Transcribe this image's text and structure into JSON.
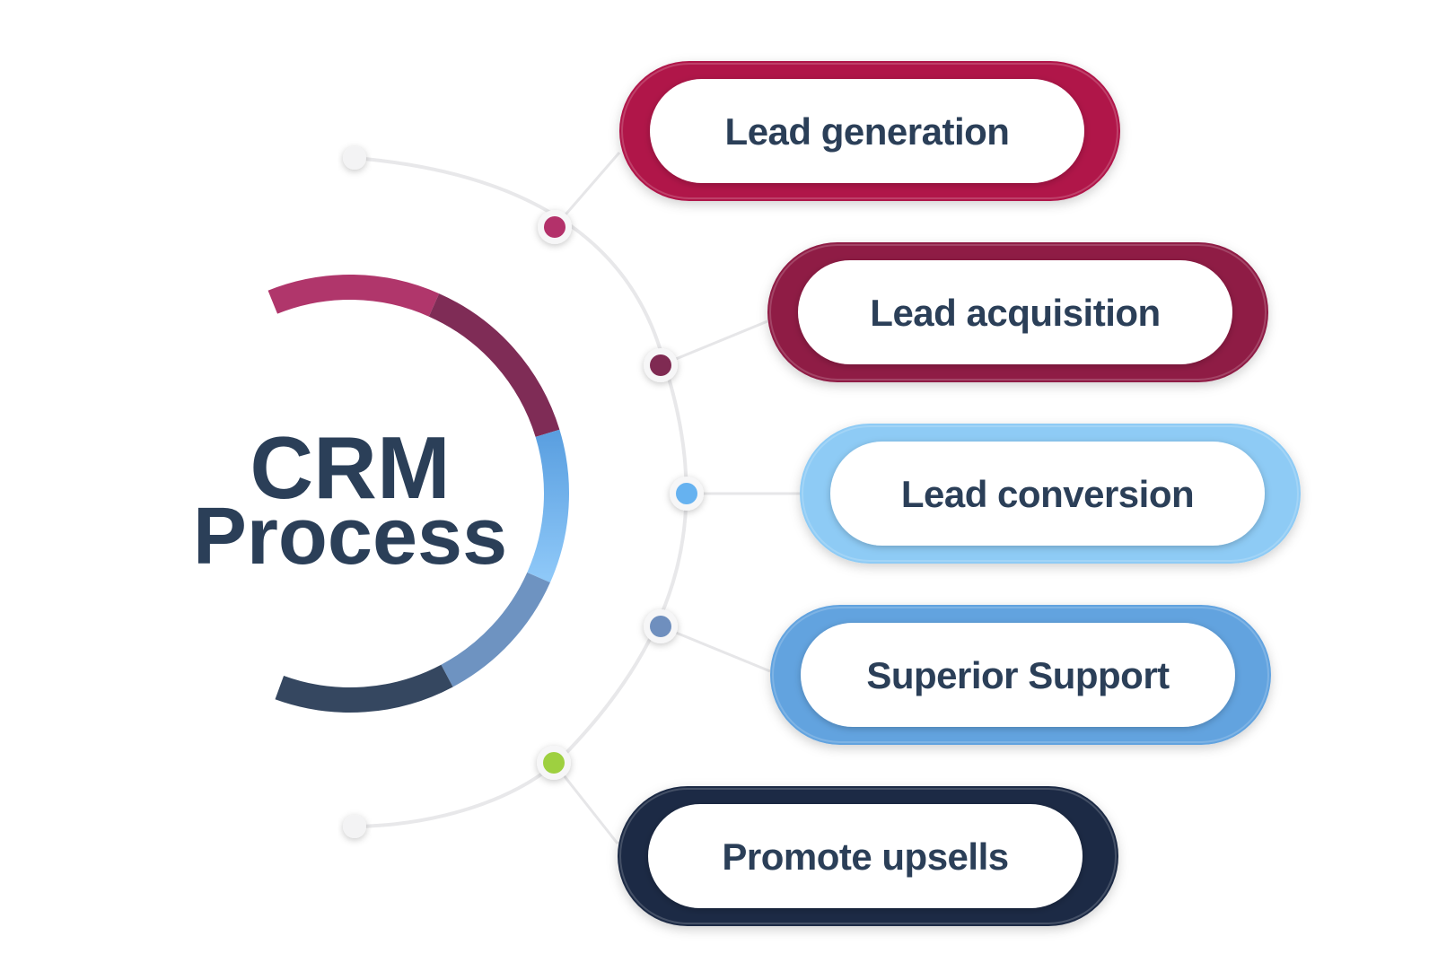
{
  "center": {
    "line1": "CRM",
    "line2": "Process"
  },
  "steps": [
    {
      "label": "Lead generation",
      "color": "#b0124a",
      "dot": "#b3316a"
    },
    {
      "label": "Lead acquisition",
      "color": "#8f1a45",
      "dot": "#7f2a52"
    },
    {
      "label": "Lead conversion",
      "color": "#8ecbf5",
      "dot": "#66b2f0"
    },
    {
      "label": "Superior Support",
      "color": "#62a3df",
      "dot": "#6f8fbe"
    },
    {
      "label": "Promote upsells",
      "color": "#1c2a44",
      "dot": "#9ed040"
    }
  ],
  "ring_colors": [
    "#b0366b",
    "#7f2c56",
    "#5aa3e6",
    "#6e93c1",
    "#354760"
  ]
}
